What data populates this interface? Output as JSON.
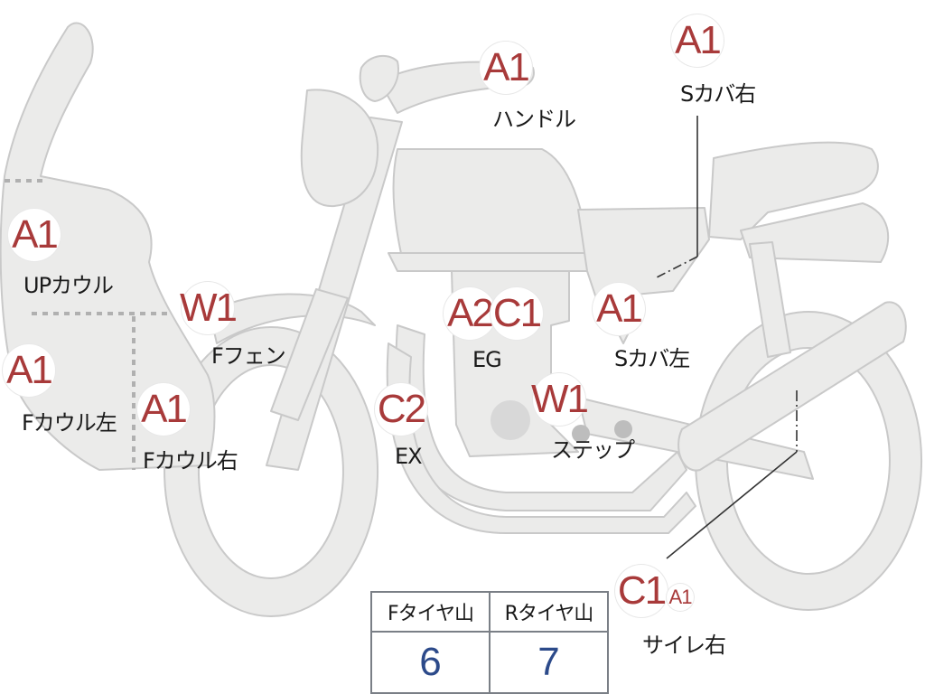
{
  "parts": {
    "handle": {
      "grade": "A1",
      "label": "ハンドル"
    },
    "scover_r": {
      "grade": "A1",
      "label": "Sカバ右"
    },
    "upcowl": {
      "grade": "A1",
      "label": "UPカウル"
    },
    "ffender": {
      "grade": "W1",
      "label": "Fフェン"
    },
    "engine": {
      "grade1": "A2",
      "grade2": "C1",
      "label": "EG"
    },
    "scover_l": {
      "grade": "A1",
      "label": "Sカバ左"
    },
    "fcowl_l": {
      "grade": "A1",
      "label": "Fカウル左"
    },
    "fcowl_r": {
      "grade": "A1",
      "label": "Fカウル右"
    },
    "exhaust": {
      "grade": "C2",
      "label": "EX"
    },
    "step": {
      "grade": "W1",
      "label": "ステップ"
    },
    "silencer_r": {
      "grade1": "C1",
      "grade2": "A1",
      "label": "サイレ右"
    }
  },
  "tires": {
    "front": {
      "label": "Fタイヤ山",
      "value": "6"
    },
    "rear": {
      "label": "Rタイヤ山",
      "value": "7"
    }
  },
  "colors": {
    "body_fill": "#ebebea",
    "body_stroke": "#c9c9c9",
    "grade_text": "#a83a3a",
    "tire_value": "#2c4a8a",
    "table_border": "#7a7f86"
  }
}
